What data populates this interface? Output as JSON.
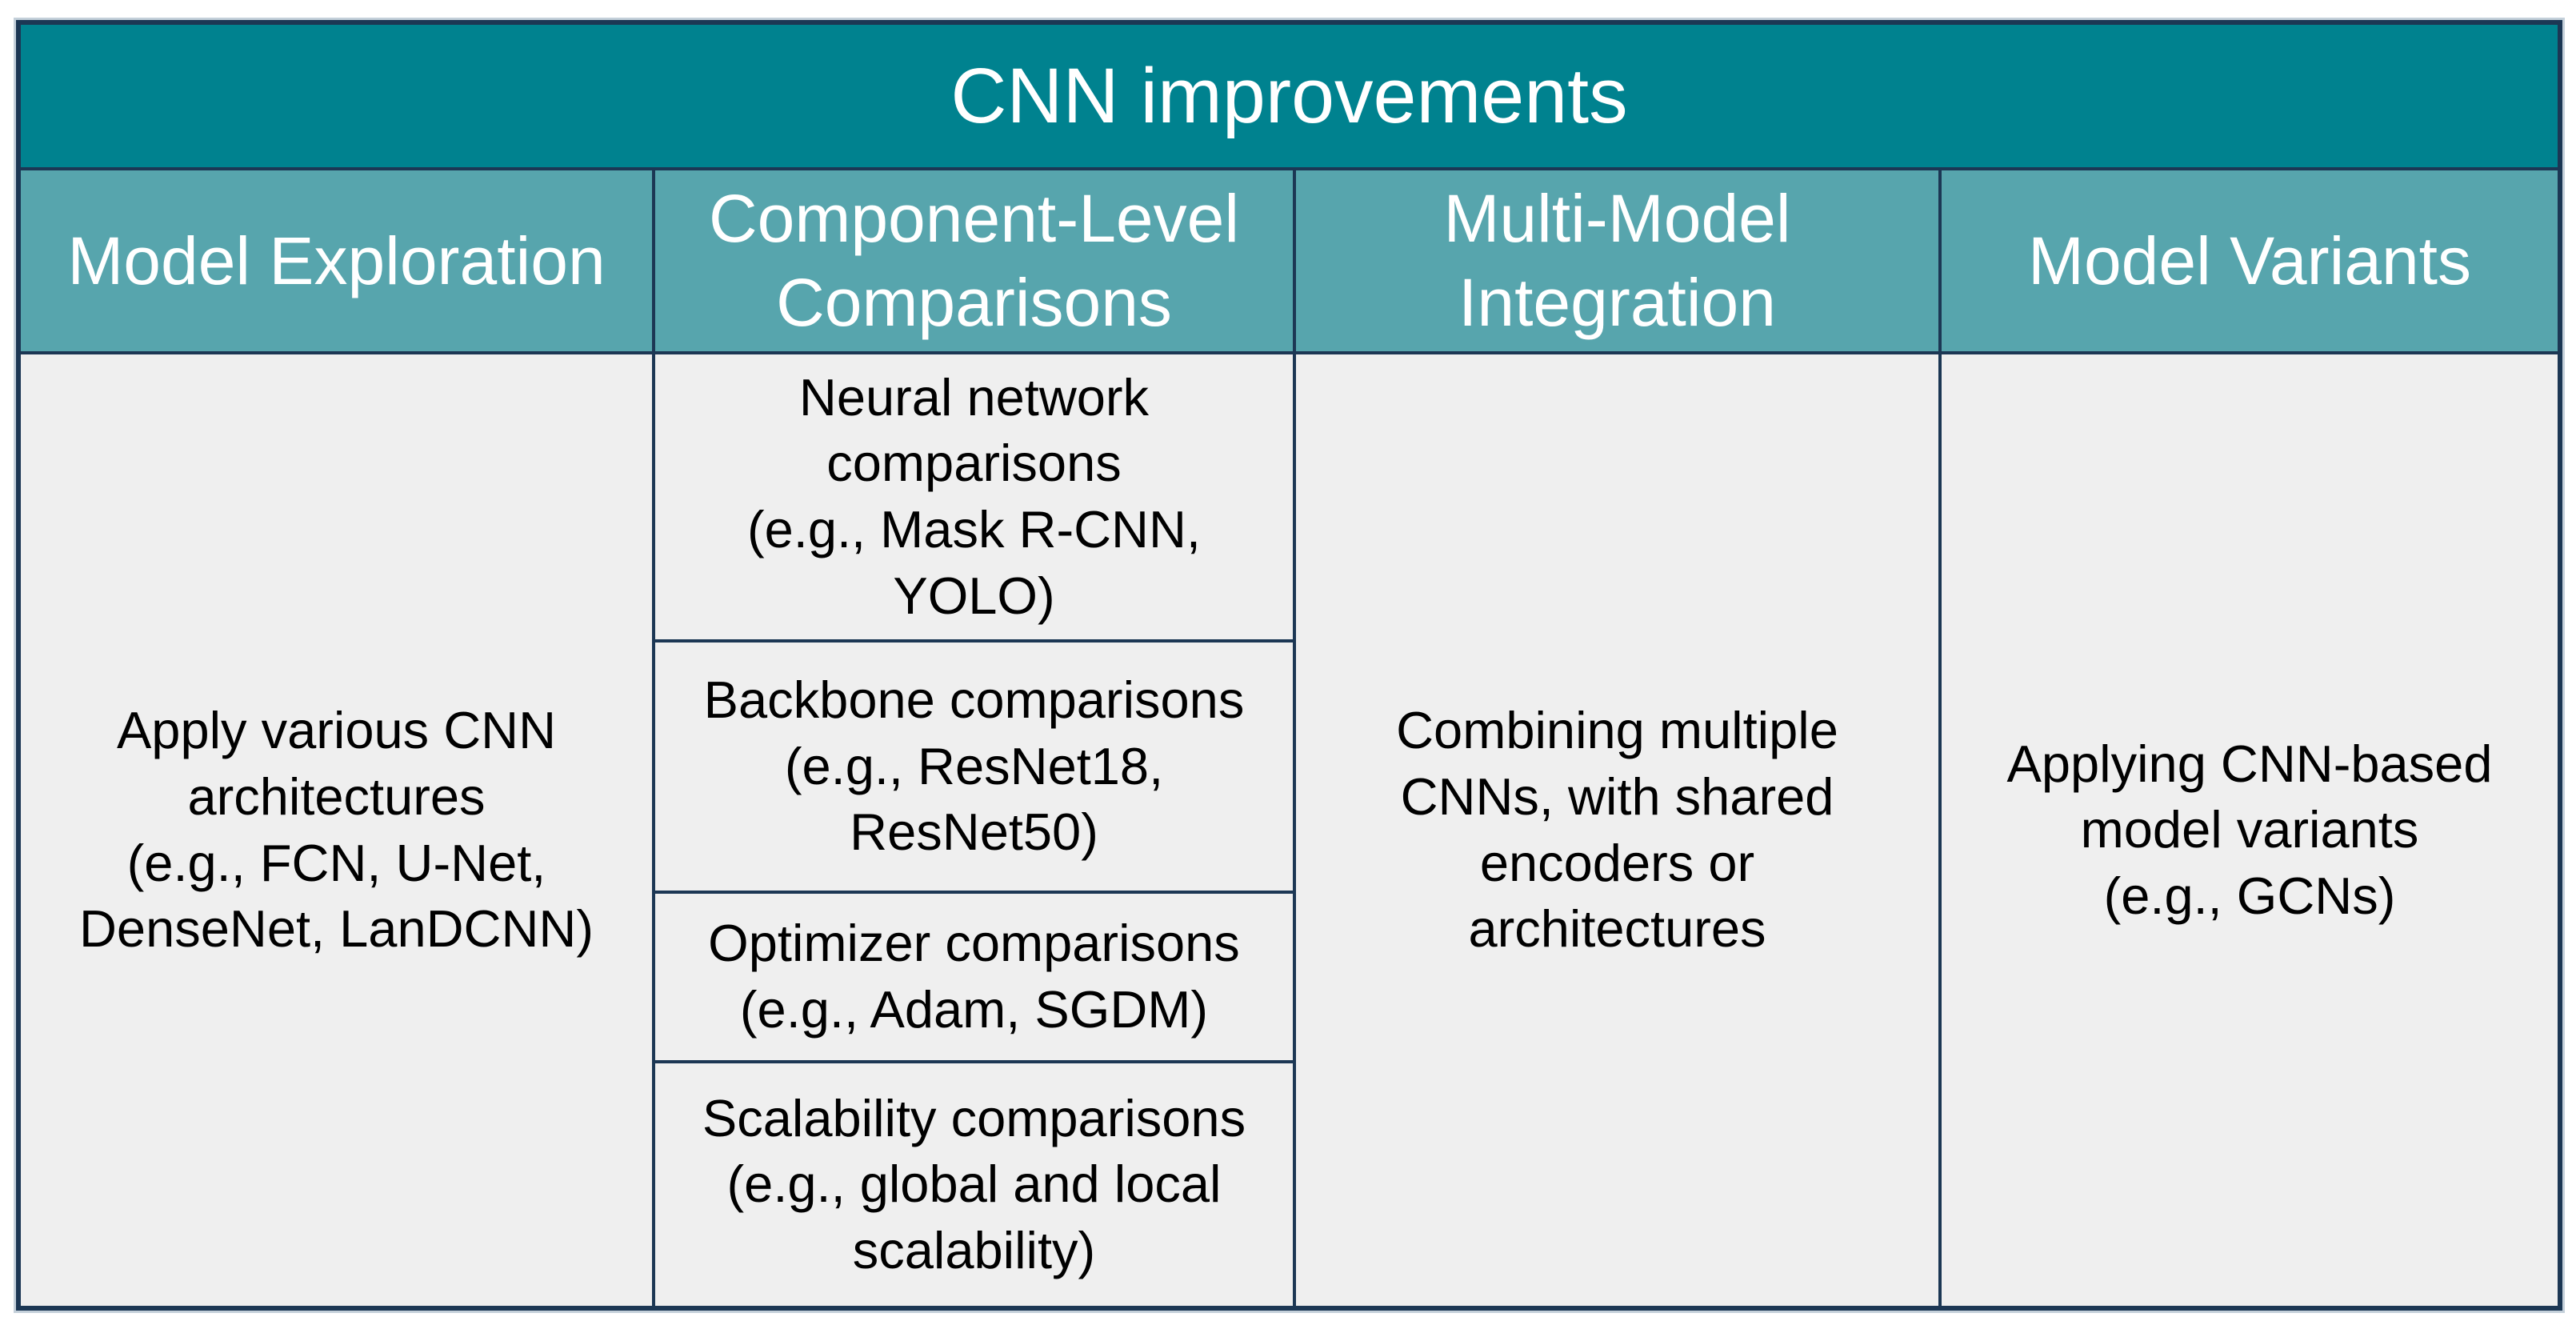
{
  "table": {
    "title": "CNN improvements",
    "columns": [
      {
        "id": "model-exploration",
        "header": "Model Exploration",
        "cells": [
          "Apply various CNN\narchitectures\n(e.g., FCN, U-Net,\nDenseNet, LanDCNN)"
        ]
      },
      {
        "id": "component-level-comparisons",
        "header": "Component-Level\nComparisons",
        "cells": [
          "Neural network\ncomparisons\n(e.g., Mask R-CNN,\nYOLO)",
          "Backbone comparisons\n(e.g., ResNet18,\nResNet50)",
          "Optimizer comparisons\n(e.g., Adam, SGDM)",
          "Scalability comparisons\n(e.g., global and local\nscalability)"
        ]
      },
      {
        "id": "multi-model-integration",
        "header": "Multi-Model\nIntegration",
        "cells": [
          "Combining multiple\nCNNs, with shared\nencoders or\narchitectures"
        ]
      },
      {
        "id": "model-variants",
        "header": "Model Variants",
        "cells": [
          "Applying CNN-based\nmodel variants\n(e.g., GCNs)"
        ]
      }
    ]
  },
  "colors": {
    "title_bg": "#00828F",
    "header_bg": "#57A5AD",
    "body_bg": "#EFEFEF",
    "border": "#1C3754",
    "title_text": "#FFFFFF",
    "header_text": "#FFFFFF",
    "body_text": "#000000"
  }
}
